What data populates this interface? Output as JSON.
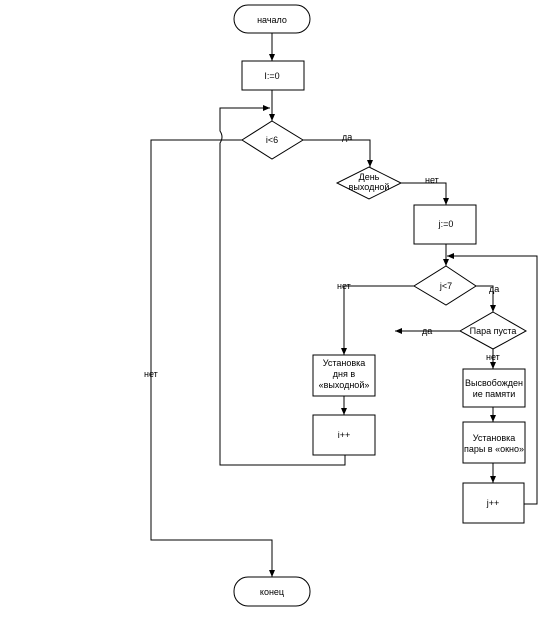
{
  "nodes": {
    "start": "начало",
    "init_i": "I:=0",
    "cond_i": "i<6",
    "cond_day": [
      "День",
      "выходной"
    ],
    "init_j": "j:=0",
    "cond_j": "j<7",
    "cond_pair": "Пара пуста",
    "set_day_off": [
      "Установка",
      "дня в",
      "«выходной»"
    ],
    "inc_i": "i++",
    "free_memory": [
      "Высвобожден",
      "ие памяти"
    ],
    "set_window": [
      "Установка",
      "пары в «окно»"
    ],
    "inc_j": "j++",
    "end": "конец"
  },
  "edge_labels": {
    "cond_i_yes": "да",
    "cond_i_no": "нет",
    "day_no": "нет",
    "j_no": "нет",
    "j_yes": "да",
    "pair_no": "нет",
    "pair_yes": "да"
  }
}
